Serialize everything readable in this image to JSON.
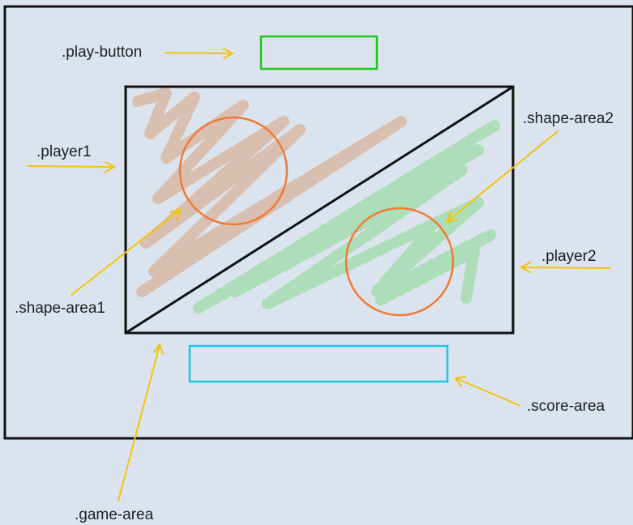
{
  "labels": {
    "play_button": ".play-button",
    "player1": ".player1",
    "shape_area1": ".shape-area1",
    "shape_area2": ".shape-area2",
    "player2": ".player2",
    "score_area": ".score-area",
    "game_area": ".game-area"
  },
  "colors": {
    "background": "#dbe4ee",
    "outline": "#111111",
    "play_button_border": "#22c422",
    "score_area_border": "#19c6ea",
    "arrow": "#f4c20d",
    "circle": "#f07a33",
    "scribble_player1": "#d8b8a4",
    "scribble_player2": "#a9dcb4"
  }
}
